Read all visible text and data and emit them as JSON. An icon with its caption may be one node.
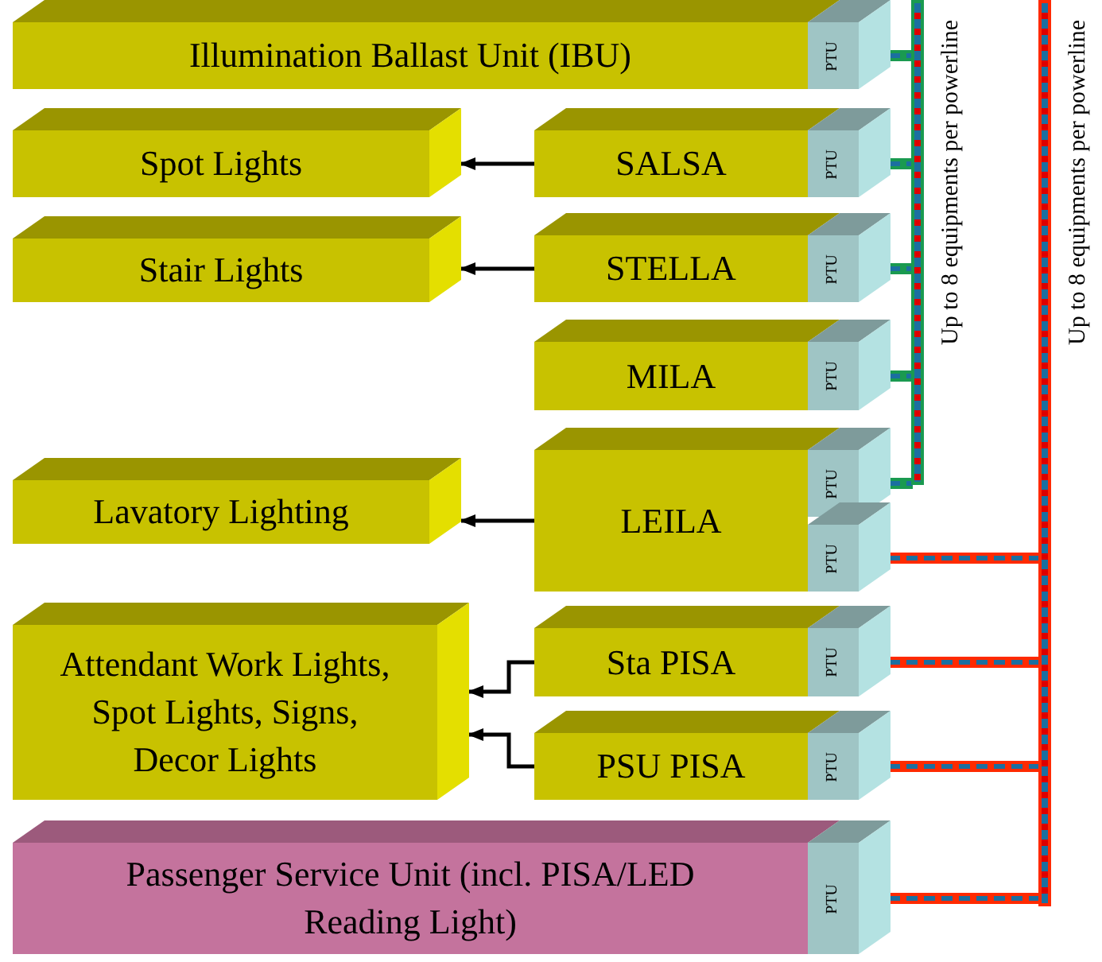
{
  "diagram": {
    "nodes": [
      {
        "text": [
          "Illumination Ballast Unit (IBU)"
        ]
      },
      {
        "text": [
          "PTU"
        ]
      },
      {
        "text": [
          "Spot Lights"
        ]
      },
      {
        "text": [
          "SALSA"
        ]
      },
      {
        "text": [
          "PTU"
        ]
      },
      {
        "text": [
          "Stair Lights"
        ]
      },
      {
        "text": [
          "STELLA"
        ]
      },
      {
        "text": [
          "PTU"
        ]
      },
      {
        "text": [
          "MILA"
        ]
      },
      {
        "text": [
          "PTU"
        ]
      },
      {
        "text": [
          "Lavatory Lighting"
        ]
      },
      {
        "text": [
          "LEILA"
        ]
      },
      {
        "text": [
          "PTU"
        ]
      },
      {
        "text": [
          "PTU"
        ]
      },
      {
        "text": [
          "Attendant Work Lights, Spot Lights, Signs, Decor Lights"
        ]
      },
      {
        "text": [
          "Sta PISA"
        ]
      },
      {
        "text": [
          "PTU"
        ]
      },
      {
        "text": [
          "PSU PISA"
        ]
      },
      {
        "text": [
          "PTU"
        ]
      },
      {
        "text": [
          "Passenger Service Unit (incl. PISA/LED Reading Light)"
        ]
      },
      {
        "text": [
          "PTU"
        ]
      },
      {
        "text": [],
        "shape": "bar",
        "beside": [
          "Up to 8 equipments per powerline"
        ]
      },
      {
        "text": [],
        "shape": "bar",
        "beside": [
          "Up to 8 equipments per powerline"
        ]
      }
    ],
    "edges": [
      {
        "from": 3,
        "to": 2,
        "arrow": "to"
      },
      {
        "from": 6,
        "to": 5,
        "arrow": "to"
      },
      {
        "from": 11,
        "to": 10,
        "arrow": "to"
      },
      {
        "from": 15,
        "to": 14,
        "arrow": "to"
      },
      {
        "from": 17,
        "to": 14,
        "arrow": "to"
      },
      {
        "from": 1,
        "to": 21,
        "arrow": "none",
        "color": "#1a9a50"
      },
      {
        "from": 4,
        "to": 21,
        "arrow": "none",
        "color": "#1a9a50"
      },
      {
        "from": 7,
        "to": 21,
        "arrow": "none",
        "color": "#1a9a50"
      },
      {
        "from": 9,
        "to": 21,
        "arrow": "none",
        "color": "#1a9a50"
      },
      {
        "from": 12,
        "to": 21,
        "arrow": "none",
        "color": "#1a9a50"
      },
      {
        "from": 13,
        "to": 22,
        "arrow": "none",
        "color": "#ff2a00"
      },
      {
        "from": 16,
        "to": 22,
        "arrow": "none",
        "color": "#ff2a00"
      },
      {
        "from": 18,
        "to": 22,
        "arrow": "none",
        "color": "#ff2a00"
      },
      {
        "from": 20,
        "to": 22,
        "arrow": "none",
        "color": "#ff2a00"
      }
    ]
  }
}
